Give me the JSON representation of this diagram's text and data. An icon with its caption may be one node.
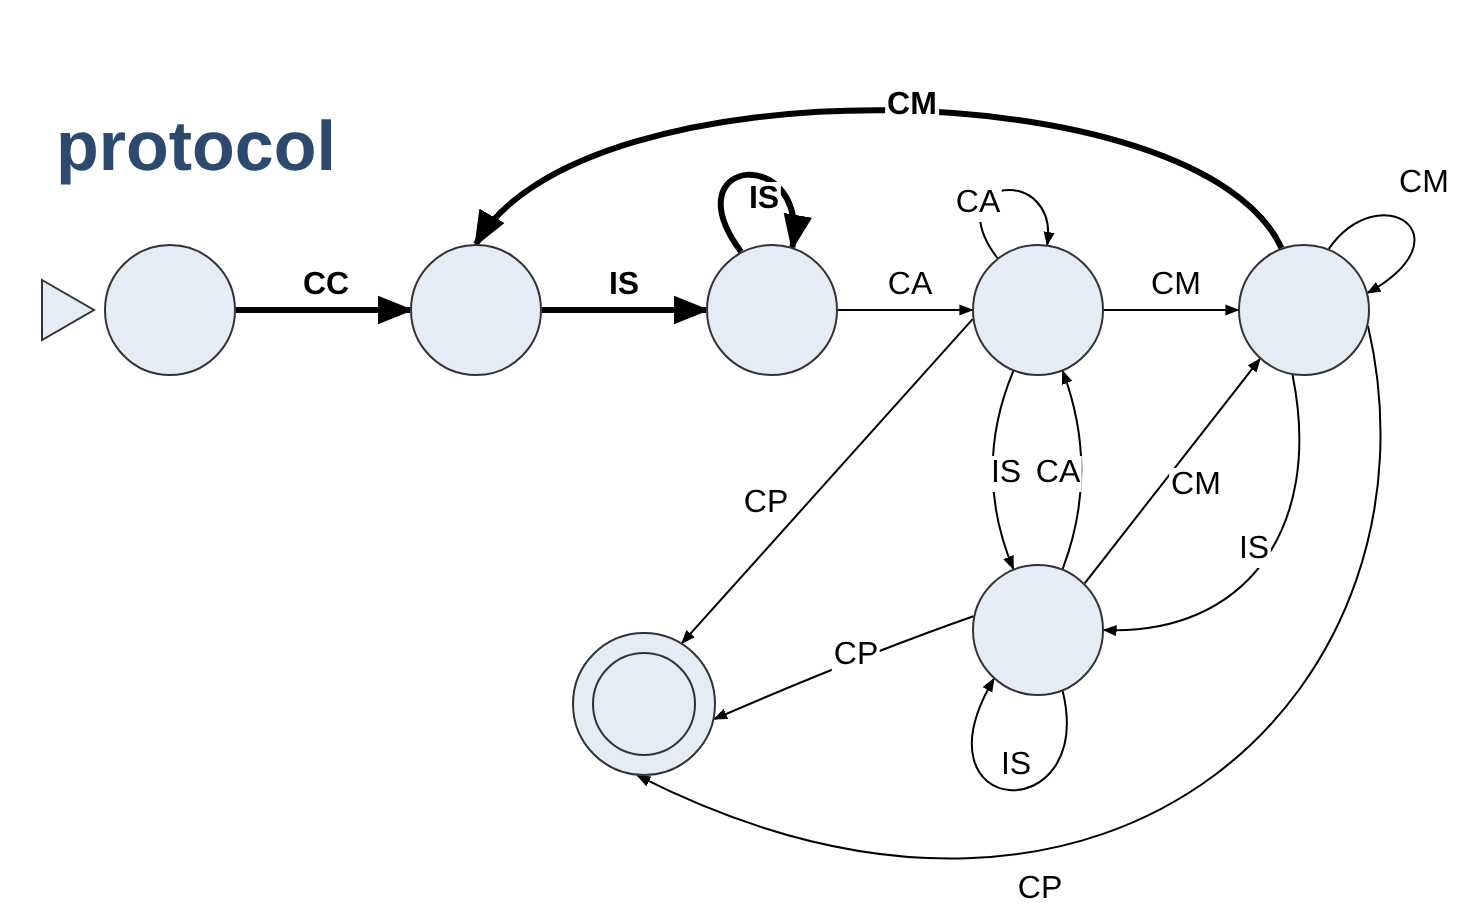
{
  "diagram": {
    "title": "protocol",
    "nodes": [
      {
        "text": [],
        "shape": "circle"
      },
      {
        "text": [],
        "shape": "circle"
      },
      {
        "text": [],
        "shape": "circle"
      },
      {
        "text": [],
        "shape": "circle"
      },
      {
        "text": [],
        "shape": "circle"
      },
      {
        "text": [],
        "shape": "circle"
      },
      {
        "text": [],
        "shape": "circle"
      }
    ],
    "edges": [
      {
        "from": 0,
        "to": 1,
        "arrow": "to",
        "label": "CC",
        "style": "thick"
      },
      {
        "from": 1,
        "to": 2,
        "arrow": "to",
        "label": "IS",
        "style": "thick"
      },
      {
        "from": 2,
        "to": 2,
        "arrow": "to",
        "label": "IS",
        "style": "thick"
      },
      {
        "from": 4,
        "to": 1,
        "arrow": "to",
        "label": "CM",
        "style": "thick"
      },
      {
        "from": 2,
        "to": 3,
        "arrow": "to",
        "label": "CA"
      },
      {
        "from": 3,
        "to": 3,
        "arrow": "to",
        "label": "CA"
      },
      {
        "from": 3,
        "to": 4,
        "arrow": "to",
        "label": "CM"
      },
      {
        "from": 4,
        "to": 4,
        "arrow": "to",
        "label": "CM"
      },
      {
        "from": 3,
        "to": 6,
        "arrow": "to",
        "label": "CP"
      },
      {
        "from": 3,
        "to": 5,
        "arrow": "to",
        "label": "IS"
      },
      {
        "from": 5,
        "to": 3,
        "arrow": "to",
        "label": "CA"
      },
      {
        "from": 5,
        "to": 4,
        "arrow": "to",
        "label": "CM"
      },
      {
        "from": 4,
        "to": 5,
        "arrow": "to",
        "label": "IS"
      },
      {
        "from": 5,
        "to": 6,
        "arrow": "to",
        "label": "CP"
      },
      {
        "from": 5,
        "to": 5,
        "arrow": "to",
        "label": "IS"
      },
      {
        "from": 4,
        "to": 6,
        "arrow": "to",
        "label": "CP"
      }
    ]
  }
}
